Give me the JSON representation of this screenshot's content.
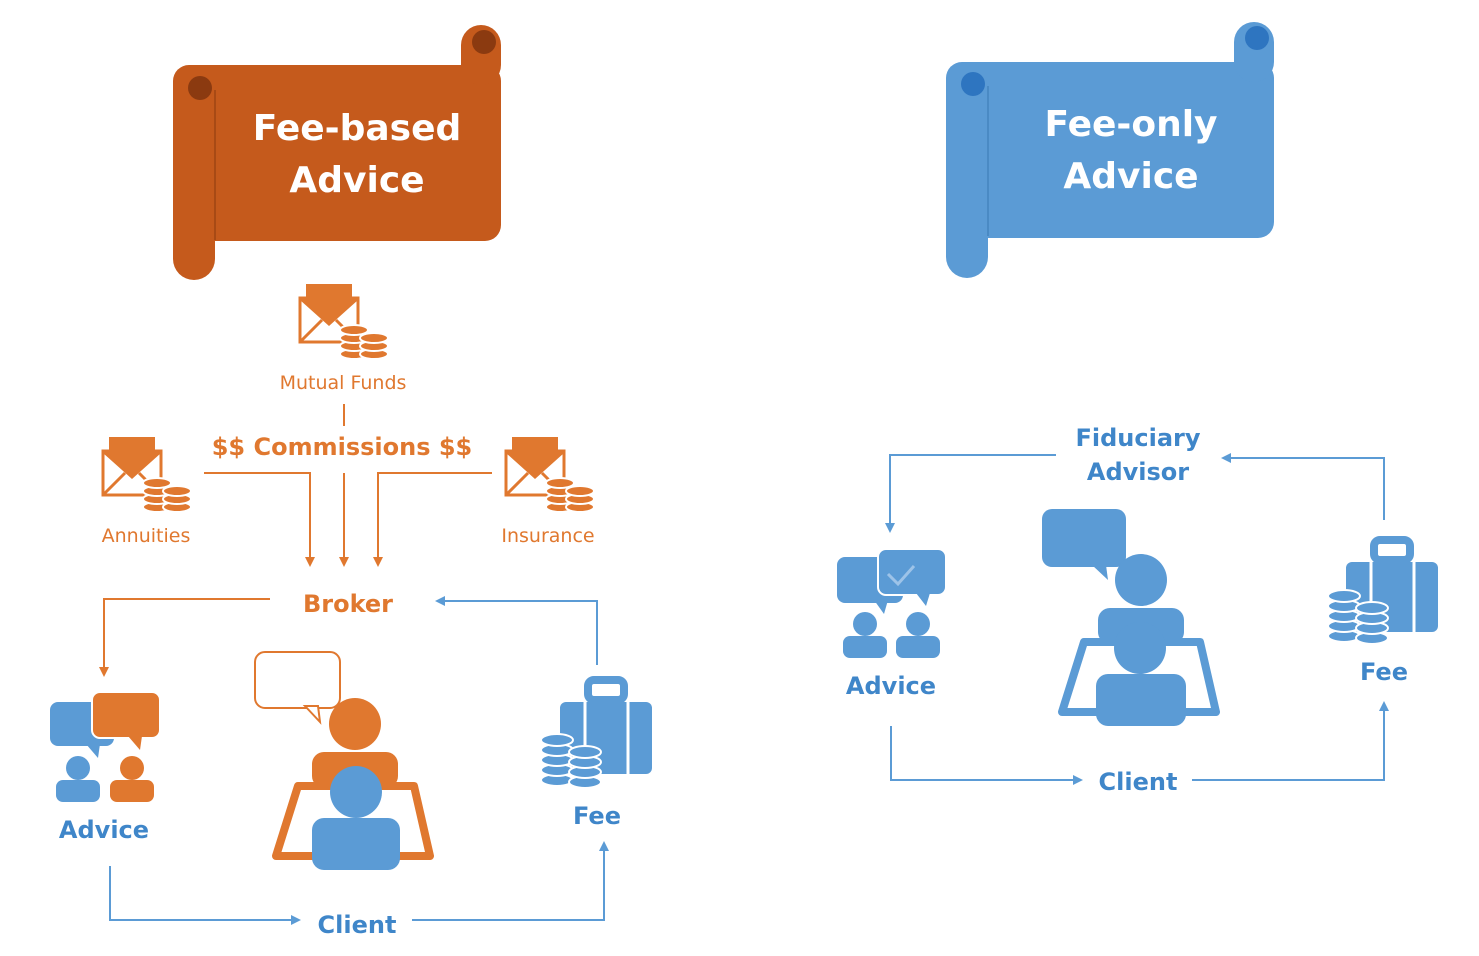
{
  "colors": {
    "orange": "#E0782F",
    "orange_dark": "#C55A1C",
    "blue": "#5B9BD5",
    "blue_dark": "#3F86C9"
  },
  "left": {
    "banner": {
      "line1": "Fee-based",
      "line2": "Advice"
    },
    "sources": {
      "mutual_funds": "Mutual Funds",
      "annuities": "Annuities",
      "insurance": "Insurance"
    },
    "commissions": "$$ Commissions $$",
    "broker": "Broker",
    "advice": "Advice",
    "client": "Client",
    "fee": "Fee"
  },
  "right": {
    "banner": {
      "line1": "Fee-only",
      "line2": "Advice"
    },
    "advisor": {
      "line1": "Fiduciary",
      "line2": "Advisor"
    },
    "advice": "Advice",
    "client": "Client",
    "fee": "Fee"
  }
}
